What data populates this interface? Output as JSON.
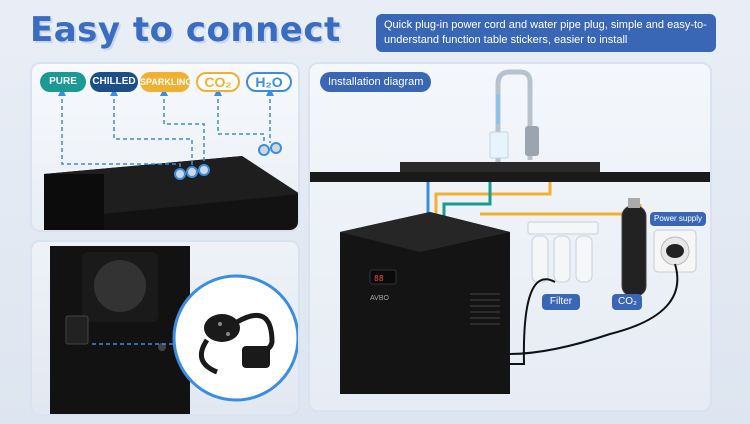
{
  "header": {
    "title": "Easy to connect",
    "description": "Quick plug-in power cord and water pipe plug, simple and easy-to-understand function table stickers, easier to install"
  },
  "connect_panel": {
    "pills": [
      {
        "label": "PURE",
        "color": "#1a9a92"
      },
      {
        "label": "CHILLED",
        "color": "#1b4f8a"
      },
      {
        "label": "SPARKLING",
        "color": "#f2b030"
      },
      {
        "label": "CO₂",
        "color": "#f2b030"
      },
      {
        "label": "H₂O",
        "color": "#3a8de0"
      }
    ]
  },
  "install_panel": {
    "tag": "Installation diagram",
    "filter_label": "Filter",
    "co2_label": "CO₂",
    "power_label": "Power supply",
    "display_text": "AVBO"
  },
  "colors": {
    "accent": "#3a67b5",
    "title": "#3a6cc2",
    "line_blue": "#3a8de0",
    "line_yellow": "#f2b030",
    "line_teal": "#1a9a92"
  }
}
